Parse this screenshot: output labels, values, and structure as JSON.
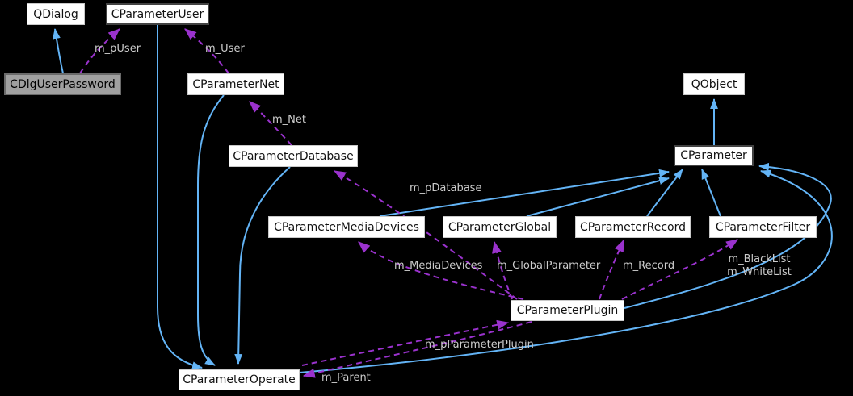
{
  "diagram": {
    "type": "class-collaboration-graph",
    "colors": {
      "background": "#000000",
      "inheritance_edge": "#63b4f6",
      "usage_edge": "#9a32cd",
      "edge_label_text": "#cccccc",
      "node_fill": "#ffffff",
      "node_border": "#c9c9c9",
      "highlight_node_fill": "#a0a0a0"
    },
    "nodes": {
      "qdialog": {
        "label": "QDialog"
      },
      "cparameteruser": {
        "label": "CParameterUser"
      },
      "cdlguserpassword": {
        "label": "CDlgUserPassword",
        "highlighted": true
      },
      "cparameternet": {
        "label": "CParameterNet"
      },
      "qobject": {
        "label": "QObject"
      },
      "cparameterdatabase": {
        "label": "CParameterDatabase"
      },
      "cparameter": {
        "label": "CParameter"
      },
      "cparametermediadevices": {
        "label": "CParameterMediaDevices"
      },
      "cparameterglobal": {
        "label": "CParameterGlobal"
      },
      "cparameterrecord": {
        "label": "CParameterRecord"
      },
      "cparameterfilter": {
        "label": "CParameterFilter"
      },
      "cparameterplugin": {
        "label": "CParameterPlugin"
      },
      "cparameteroperate": {
        "label": "CParameterOperate"
      }
    },
    "edges": [
      {
        "from": "CDlgUserPassword",
        "to": "QDialog",
        "type": "inheritance"
      },
      {
        "from": "CParameter",
        "to": "QObject",
        "type": "inheritance"
      },
      {
        "from": "CParameterUser",
        "to": "CParameterOperate",
        "type": "inheritance"
      },
      {
        "from": "CParameterNet",
        "to": "CParameterOperate",
        "type": "inheritance"
      },
      {
        "from": "CParameterDatabase",
        "to": "CParameterOperate",
        "type": "inheritance"
      },
      {
        "from": "CParameterMediaDevices",
        "to": "CParameter",
        "type": "inheritance"
      },
      {
        "from": "CParameterGlobal",
        "to": "CParameter",
        "type": "inheritance"
      },
      {
        "from": "CParameterRecord",
        "to": "CParameter",
        "type": "inheritance"
      },
      {
        "from": "CParameterFilter",
        "to": "CParameter",
        "type": "inheritance"
      },
      {
        "from": "CParameterPlugin",
        "to": "CParameter",
        "type": "inheritance"
      },
      {
        "from": "CParameterOperate",
        "to": "CParameter",
        "type": "inheritance"
      },
      {
        "from": "CDlgUserPassword",
        "to": "CParameterUser",
        "type": "usage",
        "label": "m_pUser"
      },
      {
        "from": "CParameterNet",
        "to": "CParameterUser",
        "type": "usage",
        "label": "m_User"
      },
      {
        "from": "CParameterDatabase",
        "to": "CParameterNet",
        "type": "usage",
        "label": "m_Net"
      },
      {
        "from": "CParameterPlugin",
        "to": "CParameterDatabase",
        "type": "usage",
        "label": "m_pDatabase"
      },
      {
        "from": "CParameterPlugin",
        "to": "CParameterMediaDevices",
        "type": "usage",
        "label": "m_MediaDevices"
      },
      {
        "from": "CParameterPlugin",
        "to": "CParameterGlobal",
        "type": "usage",
        "label": "m_GlobalParameter"
      },
      {
        "from": "CParameterPlugin",
        "to": "CParameterRecord",
        "type": "usage",
        "label": "m_Record"
      },
      {
        "from": "CParameterPlugin",
        "to": "CParameterFilter",
        "type": "usage",
        "label": "m_BlackList m_WhiteList",
        "label_lines": [
          "m_BlackList",
          "m_WhiteList"
        ]
      },
      {
        "from": "CParameterOperate",
        "to": "CParameterPlugin",
        "type": "usage",
        "label": "m_pParameterPlugin"
      },
      {
        "from": "CParameterPlugin",
        "to": "CParameterOperate",
        "type": "usage",
        "label": "m_Parent"
      }
    ]
  }
}
